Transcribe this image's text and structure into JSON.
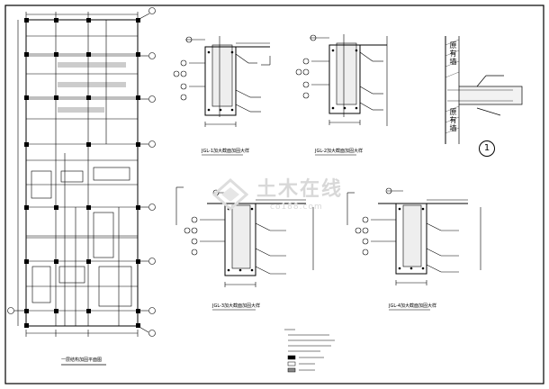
{
  "captions": {
    "plan": "一层结构加固平面图",
    "detail_a": "JGL-1加大截面加固大样",
    "detail_b": "JGL-2加大截面加固大样",
    "detail_c": "JGL-3加大截面加固大样",
    "detail_d": "JGL-4加大截面加固大样"
  },
  "wall_labels": {
    "upper": "原有墙",
    "lower": "原有墙"
  },
  "detail_marker": "1",
  "watermark": {
    "main": "土木在线",
    "sub": "co188.com"
  }
}
